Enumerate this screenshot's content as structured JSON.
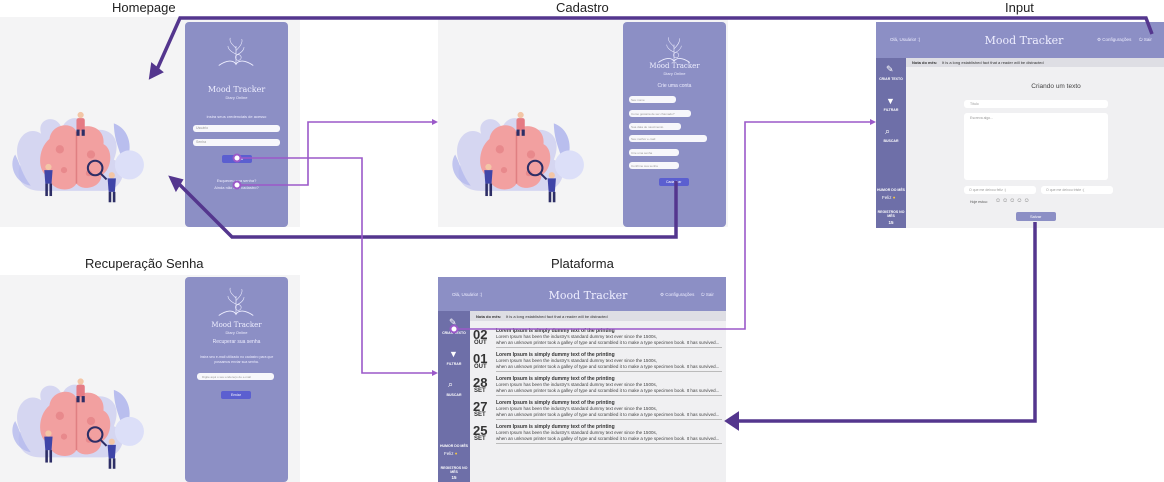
{
  "titles": {
    "homepage": "Homepage",
    "cadastro": "Cadastro",
    "input": "Input",
    "recuperacao": "Recuperação Senha",
    "plataforma": "Plataforma"
  },
  "brand": {
    "name": "Mood Tracker",
    "tagline": "Diary Online"
  },
  "homepage": {
    "intro": "insira seus credenciais de acesso",
    "fields": [
      "Usuário",
      "Senha"
    ],
    "enter_label": "Entrar",
    "forgot": "Esqueceu sua senha?",
    "register": "Ainda não tem cadastro?"
  },
  "cadastro": {
    "intro": "Crie uma conta",
    "fields": [
      "Seu nome",
      "Como gostaria de ser chamado?",
      "Sua data de nascimento",
      "Seu melhor e-mail",
      "Crie uma senha",
      "Confirme sua senha"
    ],
    "submit": "Cadastrar"
  },
  "recuperacao": {
    "heading": "Recuperar sua senha",
    "desc": "Insira seu e-mail utilizado no cadastro para que possamos enviar sua senha.",
    "field": "Digite aqui o seu endereço de e-mail",
    "submit": "Enviar"
  },
  "app": {
    "greeting": "Olá, Usuário! :)",
    "settings": "Configurações",
    "exit": "Sair",
    "notice_label": "Nota do mês:",
    "notice_text": "It is a long established fact that a reader will be distracted",
    "sidebar": {
      "write": "CRIAR TEXTO",
      "filter": "FILTRAR",
      "search": "BUSCAR",
      "mood_title": "HUMOR DO MÊS",
      "mood_value": "Feliz",
      "count_title": "REGISTROS NO MÊS",
      "count_value": "15"
    }
  },
  "input": {
    "heading": "Criando um texto",
    "title_ph": "Título",
    "body_ph": "Escreva algo...",
    "happy_ph": "O que me deixou feliz :)",
    "sad_ph": "O que me deixou triste :(",
    "mood_label": "Hoje estou:",
    "save": "Salvar"
  },
  "plataforma": {
    "entries": [
      {
        "day": "02",
        "month": "OUT",
        "title": "Lorem Ipsum is simply dummy text of the printing",
        "line1": "Lorem Ipsum has been the industry's standard dummy text ever since the 1500s,",
        "line2": "when an unknown printer took a galley of type and scrambled it to make a type specimen book. It has survived..."
      },
      {
        "day": "01",
        "month": "OUT",
        "title": "Lorem Ipsum is simply dummy text of the printing",
        "line1": "Lorem Ipsum has been the industry's standard dummy text ever since the 1500s,",
        "line2": "when an unknown printer took a galley of type and scrambled it to make a type specimen book. It has survived..."
      },
      {
        "day": "28",
        "month": "SET",
        "title": "Lorem Ipsum is simply dummy text of the printing",
        "line1": "Lorem Ipsum has been the industry's standard dummy text ever since the 1500s,",
        "line2": "when an unknown printer took a galley of type and scrambled it to make a type specimen book. It has survived..."
      },
      {
        "day": "27",
        "month": "SET",
        "title": "Lorem Ipsum is simply dummy text of the printing",
        "line1": "Lorem Ipsum has been the industry's standard dummy text ever since the 1500s,",
        "line2": "when an unknown printer took a galley of type and scrambled it to make a type specimen book. It has survived..."
      },
      {
        "day": "25",
        "month": "SET",
        "title": "Lorem Ipsum is simply dummy text of the printing",
        "line1": "Lorem Ipsum has been the industry's standard dummy text ever since the 1500s,",
        "line2": "when an unknown printer took a galley of type and scrambled it to make a type specimen book. It has survived..."
      }
    ]
  },
  "colors": {
    "card": "#8c8fc5",
    "sidebar": "#6e6fa8",
    "button": "#5b5fd0",
    "flow_dark": "#54368e",
    "flow_light": "#9b59c9"
  }
}
